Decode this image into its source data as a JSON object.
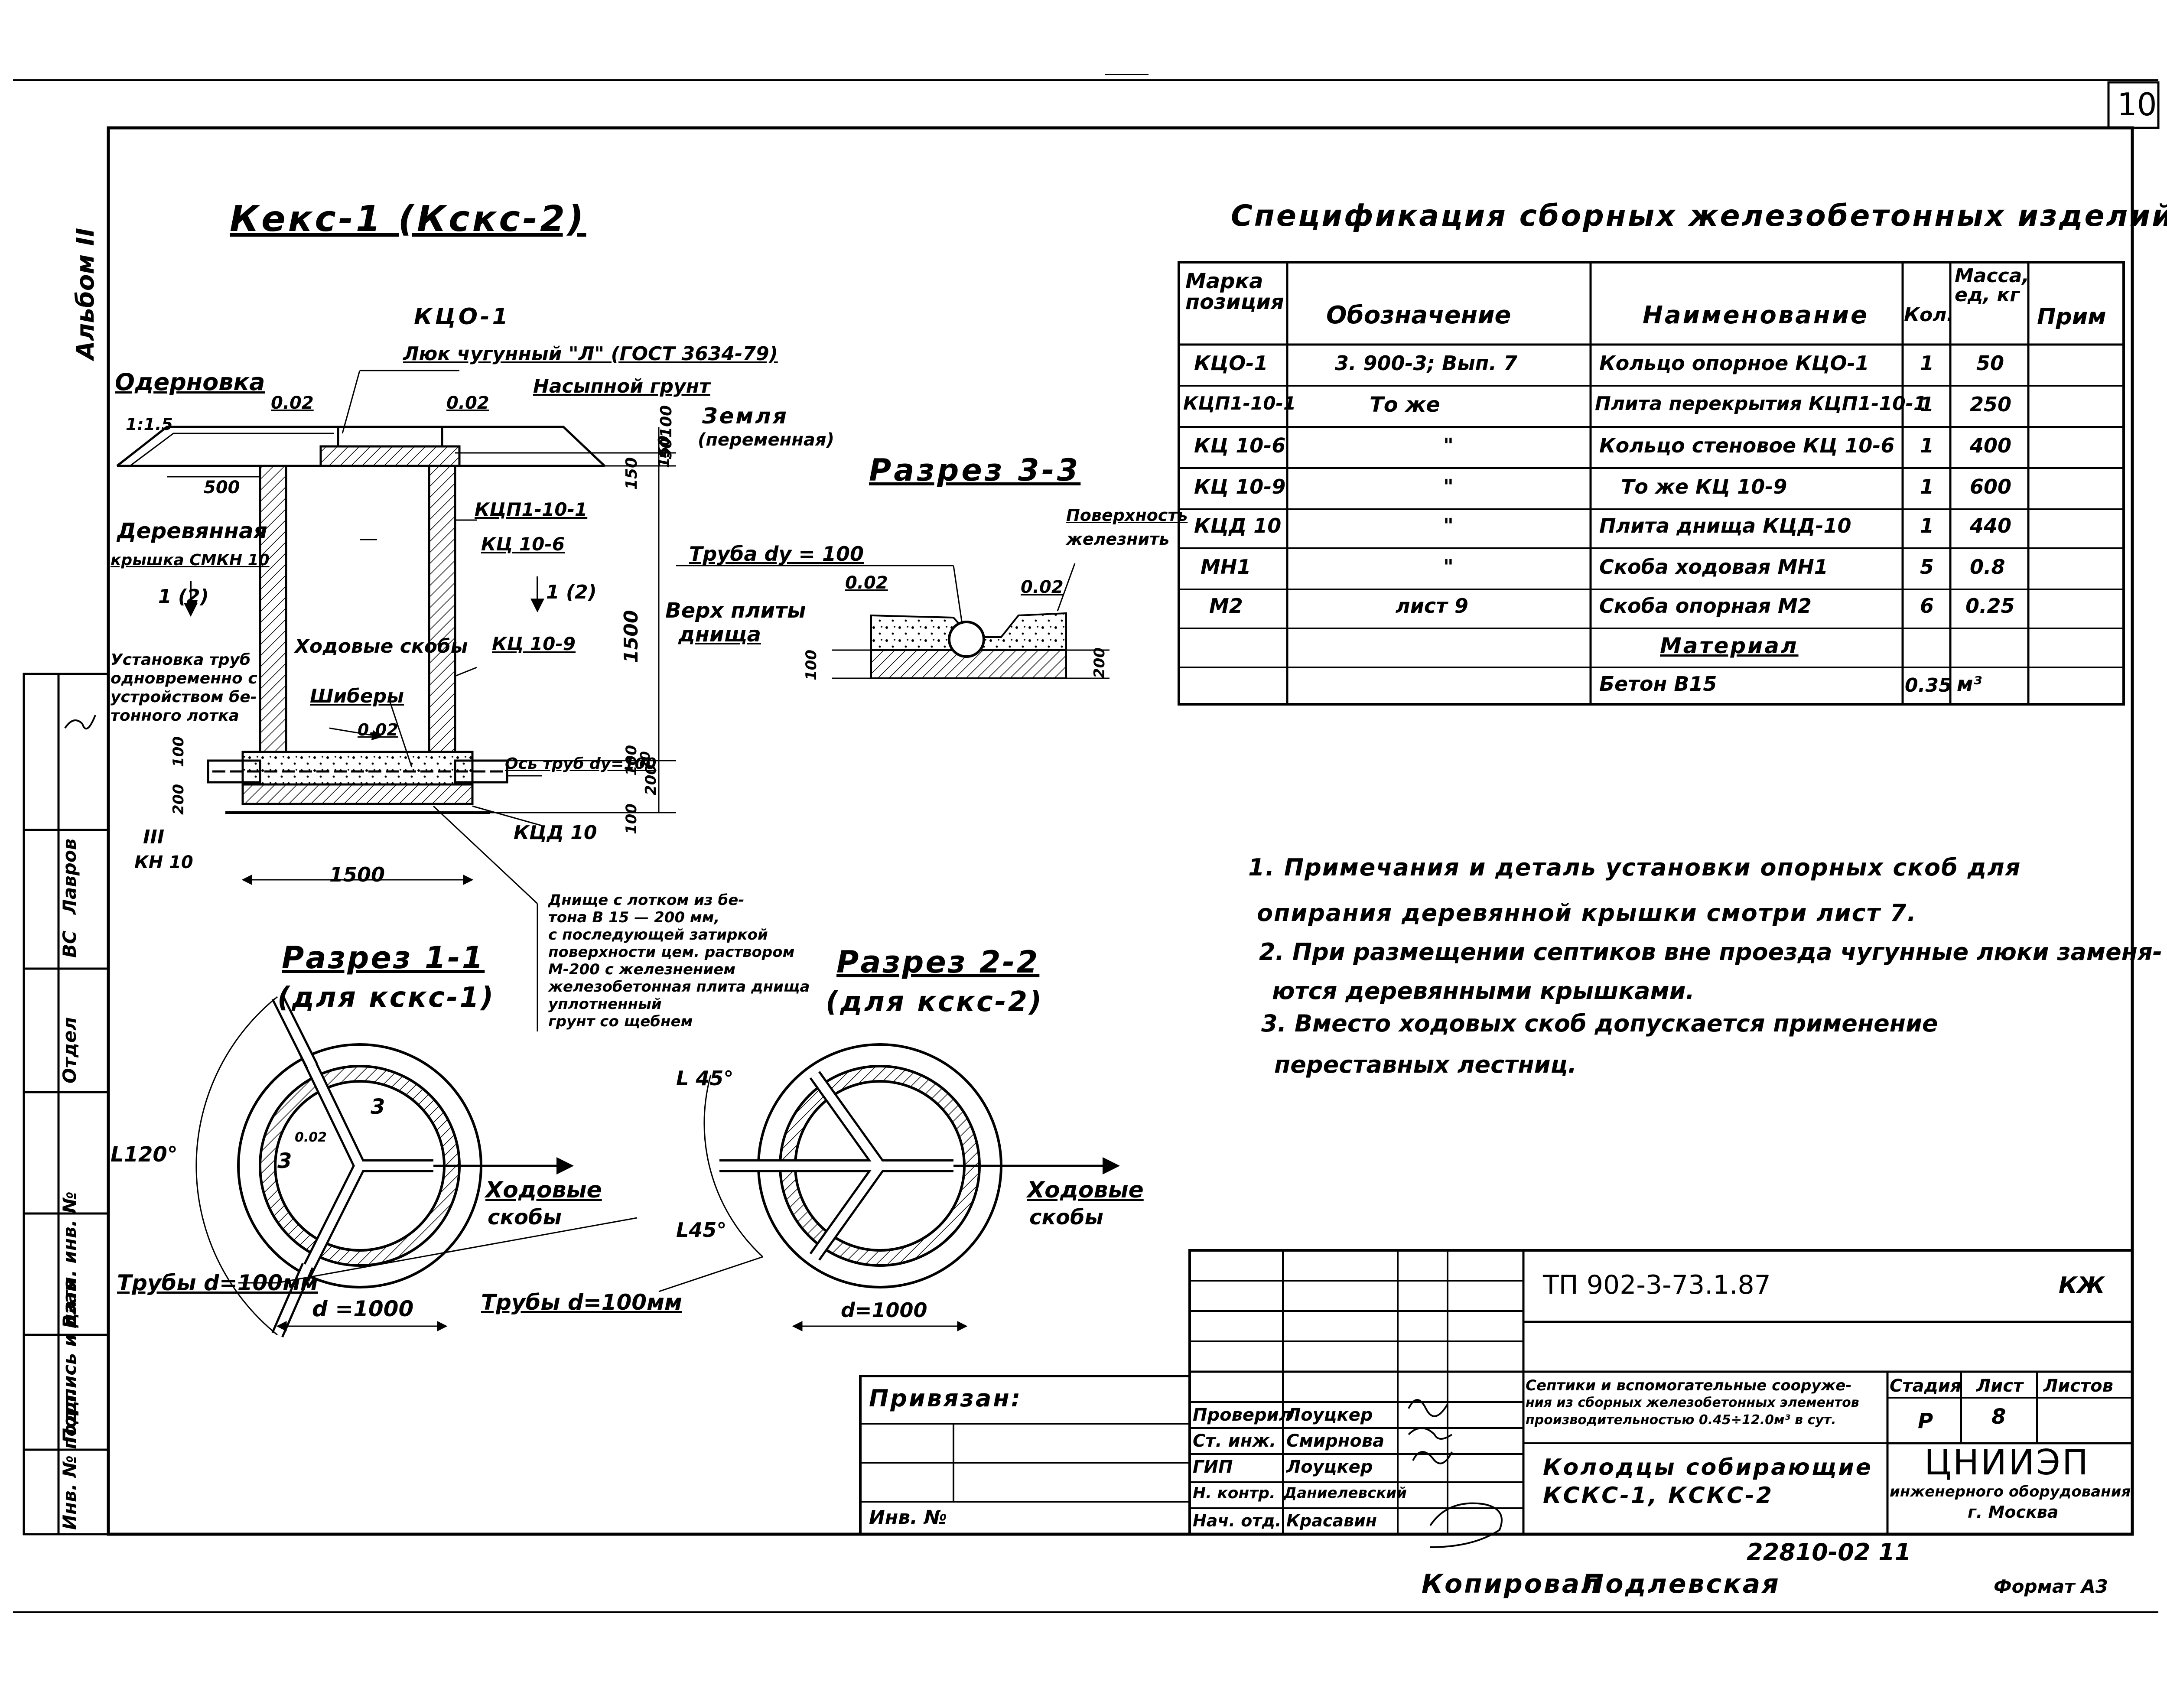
{
  "sheet_number": "10",
  "album_label": "Альбом II",
  "main_title": "Кекс-1 (Кскс-2)",
  "spec": {
    "title": "Спецификация сборных железобетонных изделий",
    "headers": [
      "Марка позиция",
      "Обозначение",
      "Наименование",
      "Кол.",
      "Масса, ед, кг",
      "Прим"
    ],
    "rows": [
      [
        "КЦО-1",
        "3. 900-3;  Вып. 7",
        "Кольцо опорное КЦО-1",
        "1",
        "50",
        ""
      ],
      [
        "КЦП1-10-1",
        "То же",
        "Плита перекрытия КЦП1-10-1",
        "1",
        "250",
        ""
      ],
      [
        "КЦ 10-6",
        "\"",
        "Кольцо стеновое КЦ 10-6",
        "1",
        "400",
        ""
      ],
      [
        "КЦ 10-9",
        "\"",
        "То же  КЦ 10-9",
        "1",
        "600",
        ""
      ],
      [
        "КЦД 10",
        "\"",
        "Плита днища  КЦД-10",
        "1",
        "440",
        ""
      ],
      [
        "МН1",
        "\"",
        "Скоба ходовая  МН1",
        "5",
        "0.8",
        ""
      ],
      [
        "М2",
        "лист 9",
        "Скоба опорная  М2",
        "6",
        "0.25",
        ""
      ]
    ],
    "material_label": "Материал",
    "material_row": [
      "",
      "",
      "Бетон  В15",
      "0.35",
      "м³",
      ""
    ]
  },
  "notes": [
    "1. Примечания и деталь установки опорных скоб для",
    "опирания деревянной крышки смотри лист 7.",
    "2. При размещении септиков вне проезда чугунные люки заменя-",
    "ются деревянными крышками.",
    "3. Вместо ходовых скоб допускается применение",
    "переставных лестниц."
  ],
  "section_labels": {
    "s33": "Разрез 3-3",
    "s11": "Разрез 1-1",
    "s11_sub": "(для кскс-1)",
    "s22": "Разрез 2-2",
    "s22_sub": "(для кскс-2)"
  },
  "main_labels": {
    "kco": "КЦО-1",
    "lyuk": "Люк чугунный \"Л\" (ГОСТ 3634-79)",
    "nasyp": "Насыпной грунт",
    "oderenovka": "Одерновка",
    "zemlya": "Земля",
    "zemlya2": "(переменная)",
    "slope": "1:1.5",
    "slope1": "0.02",
    "slope2": "0.02",
    "d500": "500",
    "d150a": "150",
    "d100a": "100",
    "d50": "50",
    "d150b": "150",
    "d1500v": "1500",
    "kcp": "КЦП1-10-1",
    "kc106": "КЦ 10-6",
    "kc109": "КЦ 10-9",
    "wood_lid": "Деревянная",
    "wood_lid2": "крышка СМКН 10",
    "cut1": "1 (2)",
    "cut2": "1 (2)",
    "khod": "Ходовые скобы",
    "shib": "Шиберы",
    "slope3": "0.02",
    "ustanov": [
      "Установка труб",
      "одновременно с",
      "устройством бе-",
      "тонного лотка"
    ],
    "d100b": "100",
    "d200a": "200",
    "d100c": "100",
    "d200b": "200",
    "d100d": "100",
    "d20": "20",
    "os_trub": "Ось труб dy=100",
    "kcd": "КЦД 10",
    "kn": "III",
    "kn2": "КН 10",
    "d1500h": "1500",
    "dnishe": [
      "Днище с лотком из бе-",
      "тона В 15 — 200 мм,",
      "с последующей затиркой",
      "поверхности цем. раствором",
      "М-200 с железнением",
      "железобетонная плита днища",
      "уплотненный",
      "грунт со щебнем"
    ]
  },
  "s33_labels": {
    "truba": "Труба dy = 100",
    "verh": "Верх плиты",
    "verh2": "днища",
    "pov": "Поверхность",
    "pov2": "железнить",
    "slope_a": "0.02",
    "slope_b": "0.02",
    "d100": "100",
    "d200": "200"
  },
  "circle_labels": {
    "a120": "L120°",
    "khod1": "Ходовые",
    "khod1b": "скобы",
    "truby1": "Трубы d=100мм",
    "d1000a": "d =1000",
    "a45a": "L 45°",
    "a45b": "L45°",
    "khod2": "Ходовые",
    "khod2b": "скобы",
    "truby2": "Трубы d=100мм",
    "d1000b": "d=1000",
    "n3a": "3",
    "n3b": "3",
    "n002": "0.02"
  },
  "left_strip": [
    "Инв. № подл.",
    "Подпись и дата",
    "Взам. инв. №",
    "Отдел",
    "ВС",
    "Лавров"
  ],
  "title_block": {
    "code": "ТП 902-3-73.1.87",
    "mark": "КЖ",
    "privyazan": "Привязан:",
    "inv": "Инв. №",
    "description": [
      "Септики и вспомогательные сооруже-",
      "ния из сборных железобетонных элементов",
      "производительностью 0.45÷12.0м³ в сут."
    ],
    "sheet_title": [
      "Колодцы собирающие",
      "КСКС-1,  КСКС-2"
    ],
    "stage_label": "Стадия",
    "sheet_label": "Лист",
    "sheets_label": "Листов",
    "stage": "Р",
    "sheet": "8",
    "org": "ЦНИИЭП",
    "org2": "инженерного оборудования",
    "org3": "г. Москва",
    "people": [
      [
        "Проверил",
        "Лоуцкер"
      ],
      [
        "Ст. инж.",
        "Смирнова"
      ],
      [
        "ГИП",
        "Лоуцкер"
      ],
      [
        "Н. контр.",
        "Даниелевский"
      ],
      [
        "Нач. отд.",
        "Красавин"
      ]
    ],
    "order": "22810-02  11"
  },
  "footer": {
    "copied": "Копировал",
    "copier": "Подлевская",
    "format": "Формат А3"
  }
}
